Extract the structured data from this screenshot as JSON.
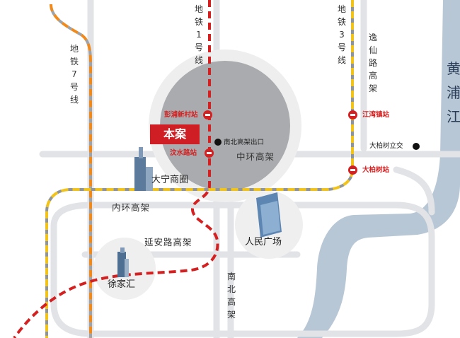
{
  "map": {
    "metro_lines": {
      "line7": "地铁7号线",
      "line1": "地铁1号线",
      "line3": "地铁3号线"
    },
    "roads": {
      "yixian": "逸仙路高架",
      "middle_ring": "中环高架",
      "inner_ring": "内环高架",
      "yanan": "延安路高架",
      "nanbei": "南北高架"
    },
    "river": "黄浦江",
    "project": "本案",
    "stations": {
      "pengpu": "彭浦新村站",
      "wenshui": "汶水路站",
      "jiangwancheng": "江湾镇站",
      "dabaishu": "大柏树站"
    },
    "landmarks": {
      "nanbei_exit": "南北高架出口",
      "dabaishu_overpass": "大柏树立交"
    },
    "areas": {
      "daning": "大宁商圈",
      "peoples_square": "人民广场",
      "xujiahui": "徐家汇"
    },
    "colors": {
      "metro_red": "#d42020",
      "metro_yellow": "#f2c318",
      "metro_orange": "#f08a1c",
      "river": "#b8c7d5",
      "project": "#cf1f24"
    }
  }
}
